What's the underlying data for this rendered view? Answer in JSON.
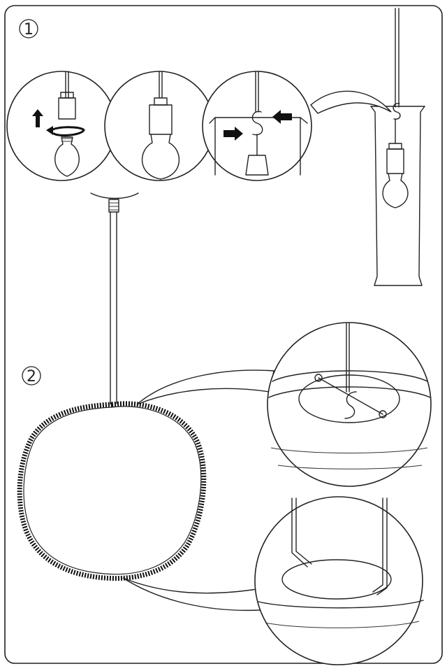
{
  "steps": [
    {
      "label": "1",
      "panels": [
        "remove-lamp-holder-ring",
        "screw-in-bulb",
        "hook-shade-on-hook"
      ]
    },
    {
      "label": "2",
      "panels": [
        "hook-detail-top",
        "frame-detail-bottom"
      ]
    }
  ],
  "colors": {
    "line": "#222222",
    "background": "#ffffff",
    "arrow": "#111111"
  },
  "icons": [
    "up-arrow-icon",
    "rotate-arrow-icon",
    "right-arrow-icon",
    "left-arrow-icon"
  ]
}
